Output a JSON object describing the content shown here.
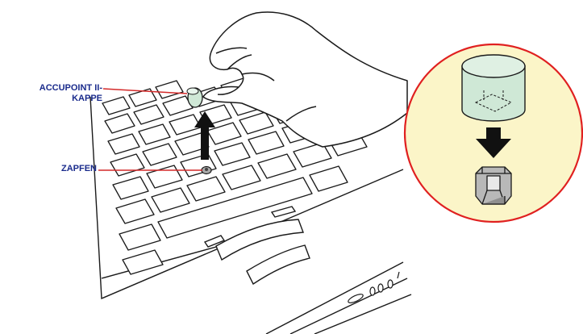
{
  "labels": {
    "accupoint_line1": "ACCUPOINT II-",
    "accupoint_line2": "KAPPE",
    "zapfen": "ZAPFEN"
  },
  "colors": {
    "label_text": "#1a2b8c",
    "leader_line": "#d42a2a",
    "inset_fill": "#fbf5c8",
    "inset_border": "#e02020",
    "cap_green": "#cfe8d6",
    "pin_gray": "#a9a9a9",
    "outline": "#1a1a1a"
  },
  "icons": {
    "lift_arrow": "arrow-up-icon",
    "insert_arrow": "arrow-down-icon"
  }
}
